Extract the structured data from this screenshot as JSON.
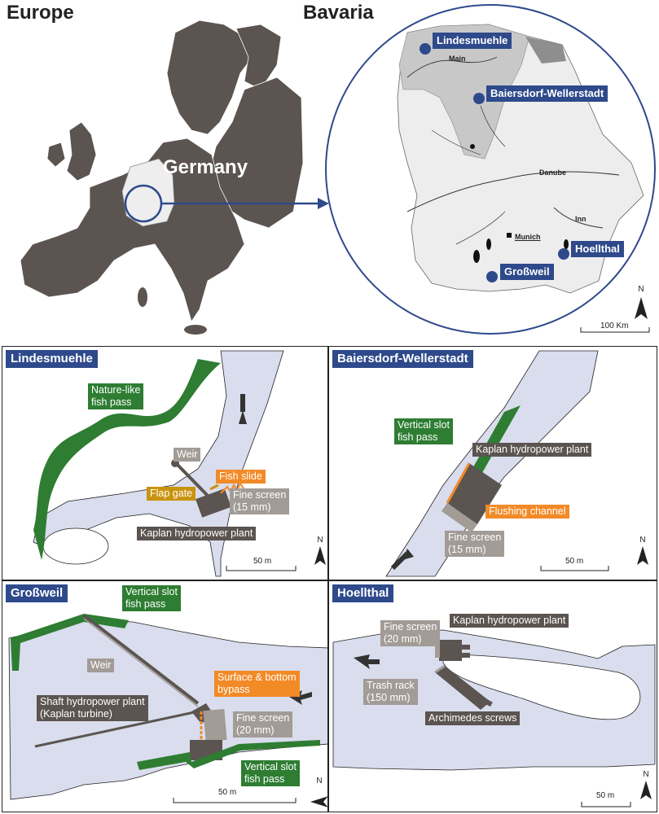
{
  "overview": {
    "europe_title": "Europe",
    "bavaria_title": "Bavaria",
    "germany_label": "Germany",
    "rivers": {
      "main": "Main",
      "danube": "Danube",
      "inn": "Inn",
      "munich": "Munich"
    },
    "sites": [
      "Lindesmuehle",
      "Baiersdorf-Wellerstadt",
      "Hoellthal",
      "Großweil"
    ],
    "scale": "100 Km",
    "north": "N"
  },
  "panels": {
    "lindesmuehle": {
      "title": "Lindesmuehle",
      "labels": {
        "nature_fish_pass": [
          "Nature-like",
          "fish pass"
        ],
        "weir": "Weir",
        "fish_slide": "Fish slide",
        "flap_gate": "Flap gate",
        "fine_screen": [
          "Fine screen",
          "(15 mm)"
        ],
        "plant": "Kaplan hydropower plant"
      },
      "scale": "50 m",
      "north": "N"
    },
    "baiersdorf": {
      "title": "Baiersdorf-Wellerstadt",
      "labels": {
        "vertical_slot": [
          "Vertical slot",
          "fish pass"
        ],
        "plant": "Kaplan hydropower plant",
        "flushing": "Flushing channel",
        "fine_screen": [
          "Fine screen",
          "(15 mm)"
        ]
      },
      "scale": "50 m",
      "north": "N"
    },
    "grossweil": {
      "title": "Großweil",
      "labels": {
        "vertical_slot_top": [
          "Vertical slot",
          "fish pass"
        ],
        "weir": "Weir",
        "bypass": [
          "Surface & bottom",
          "bypass"
        ],
        "shaft_plant": [
          "Shaft hydropower plant",
          "(Kaplan turbine)"
        ],
        "fine_screen": [
          "Fine screen",
          "(20 mm)"
        ],
        "vertical_slot_bottom": [
          "Vertical slot",
          "fish pass"
        ]
      },
      "scale": "50 m",
      "north": "N"
    },
    "hoellthal": {
      "title": "Hoellthal",
      "labels": {
        "fine_screen": [
          "Fine screen",
          "(20 mm)"
        ],
        "plant": "Kaplan hydropower plant",
        "trash_rack": [
          "Trash rack",
          "(150 mm)"
        ],
        "archimedes": "Archimedes screws"
      },
      "scale": "50 m",
      "north": "N"
    }
  },
  "colors": {
    "water": "#d9dded",
    "fish_pass": "#2e7d32",
    "plant": "#5b5450",
    "screen": "#a29b96",
    "orange": "#f28a26",
    "gold": "#c9930e",
    "accent": "#2e4a8b",
    "land": "#5b5450"
  }
}
